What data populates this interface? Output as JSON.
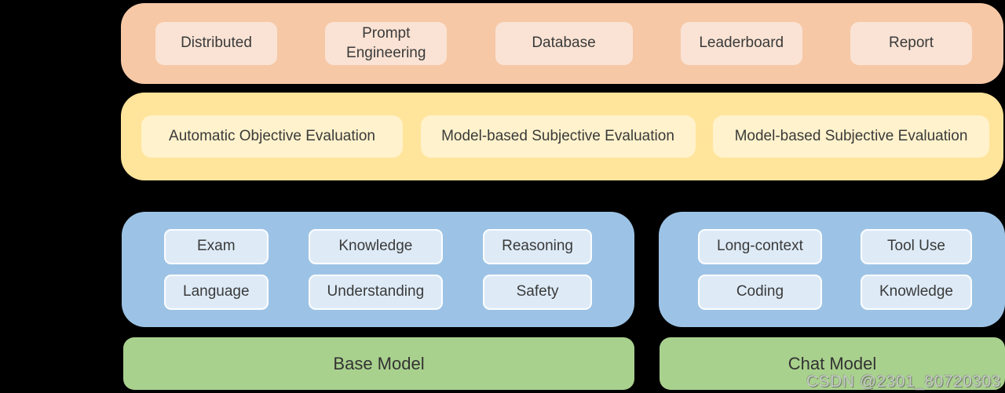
{
  "page": {
    "background": "#000000",
    "text_color": "#3A3A3A"
  },
  "watermark": {
    "text": "CSDN @2301_80720303"
  },
  "tools_band": {
    "fill": "#F6C8A6",
    "pill_fill": "#FAE3D4",
    "items": [
      "Distributed",
      "Prompt Engineering",
      "Database",
      "Leaderboard",
      "Report"
    ]
  },
  "evaluation_band": {
    "fill": "#FFE49B",
    "pill_fill": "#FFF2CC",
    "items": [
      "Automatic Objective Evaluation",
      "Model-based Subjective Evaluation",
      "Model-based Subjective Evaluation"
    ]
  },
  "base_capabilities_band": {
    "fill": "#9CC3E5",
    "pill_fill": "#DEEBF7",
    "items": [
      "Exam",
      "Knowledge",
      "Reasoning",
      "Language",
      "Understanding",
      "Safety"
    ]
  },
  "chat_capabilities_band": {
    "fill": "#9CC3E5",
    "pill_fill": "#DEEBF7",
    "items": [
      "Long-context",
      "Tool Use",
      "Coding",
      "Knowledge"
    ]
  },
  "model_bands": {
    "fill": "#A9D18E",
    "base": {
      "label": "Base Model"
    },
    "chat": {
      "label": "Chat Model"
    }
  }
}
